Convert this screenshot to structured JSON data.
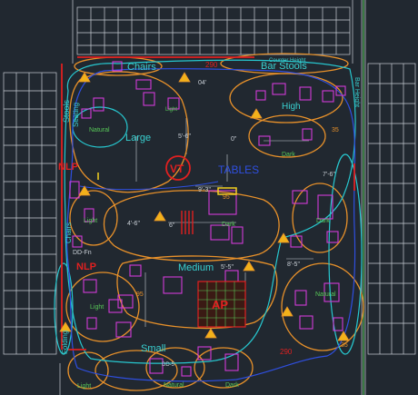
{
  "zones": {
    "chairs": "Chairs",
    "bar_stools": "Bar Stools",
    "counter_height": "Counter Height",
    "stools": "Stools",
    "seating": "Seating",
    "large": "Large",
    "high": "High",
    "natural_top_left": "Natural",
    "dark_top_right": "Dark",
    "dark_center": "Dark",
    "dark_right": "Dark",
    "light_left": "Light",
    "chairs_left": "Chairs",
    "medium": "Medium",
    "natural_right": "Natural",
    "light_bottom_left": "Light",
    "small": "Small",
    "light_corner": "Light",
    "natural_bottom": "Natural",
    "dark_bottom": "Dark",
    "folding": "Folding",
    "bar_height": "Bar Height",
    "tables": "TABLES",
    "light_small_top": "Light"
  },
  "markers": {
    "vt": "VT",
    "nlp": "NLP",
    "nlp_lower": "NLP",
    "dd_fn": "DD-Fn",
    "ap": "AP",
    "num_290_top": "290",
    "num_290_bottom": "290",
    "num_95_a": "95",
    "num_95_b": "95",
    "num_35": "35",
    "num_35_b": "35",
    "dim_5_6": "5'-6\"",
    "dim_5_5": "5'-5\"",
    "dim_9_3": "9'-3\"",
    "dim_8_5": "8'-5\"",
    "dim_7_6": "7'-6\"",
    "dim_4_6": "4'-6\"",
    "dim_0": "0\"",
    "dim_04": "04'",
    "dim_6": "6\"",
    "dd_5": "DD-5"
  },
  "colors": {
    "background": "#212830",
    "outline": "#c9cfd6",
    "zone_orange": "#e8912a",
    "zone_cyan": "#27c7cf",
    "path_blue": "#2f4fe0",
    "furniture_magenta": "#d23ad8",
    "accent_red": "#e02020",
    "accent_yellow": "#f2d020",
    "label_cyan": "#39d0d0",
    "label_green": "#58c858"
  }
}
